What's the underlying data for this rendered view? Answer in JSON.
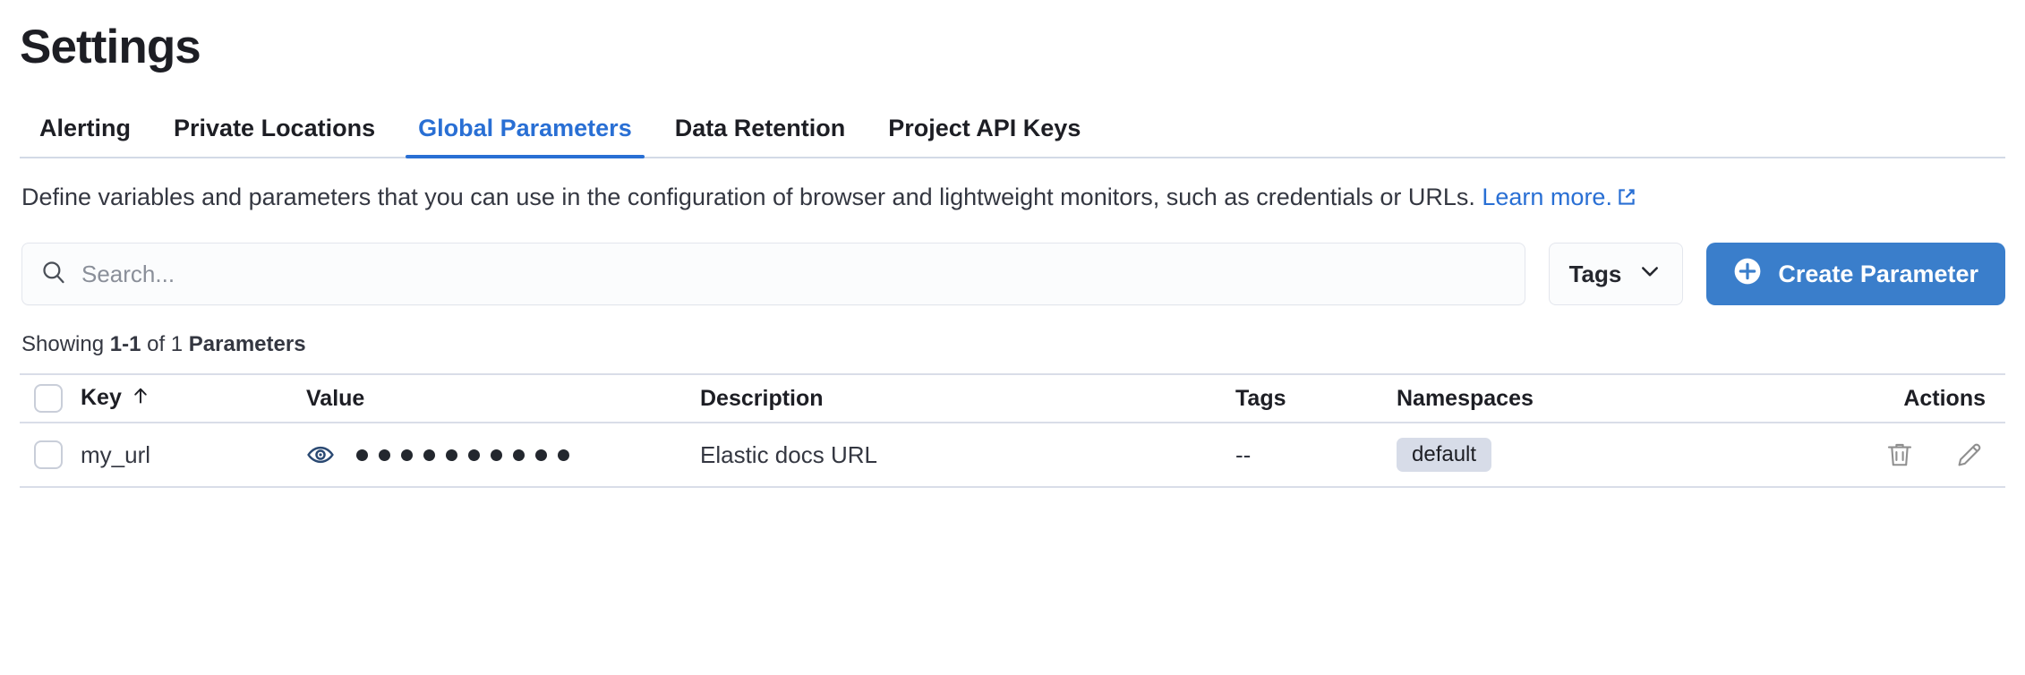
{
  "header": {
    "title": "Settings"
  },
  "tabs": [
    {
      "label": "Alerting",
      "active": false
    },
    {
      "label": "Private Locations",
      "active": false
    },
    {
      "label": "Global Parameters",
      "active": true
    },
    {
      "label": "Data Retention",
      "active": false
    },
    {
      "label": "Project API Keys",
      "active": false
    }
  ],
  "description": {
    "text": "Define variables and parameters that you can use in the configuration of browser and lightweight monitors, such as credentials or URLs. ",
    "link_text": "Learn more.",
    "link_icon": "external-link-icon"
  },
  "controls": {
    "search_placeholder": "Search...",
    "search_value": "",
    "search_icon": "search-icon",
    "tags_label": "Tags",
    "tags_chevron_icon": "chevron-down-icon",
    "create_label": "Create Parameter",
    "create_icon": "plus-circle-icon"
  },
  "results": {
    "showing_prefix": "Showing ",
    "range": "1-1",
    "middle": " of 1 ",
    "unit": "Parameters"
  },
  "table": {
    "columns": [
      {
        "key": "key",
        "label": "Key",
        "sorted": true,
        "sort_icon": "arrow-up-icon"
      },
      {
        "key": "value",
        "label": "Value"
      },
      {
        "key": "description",
        "label": "Description"
      },
      {
        "key": "tags",
        "label": "Tags"
      },
      {
        "key": "namespaces",
        "label": "Namespaces"
      },
      {
        "key": "actions",
        "label": "Actions"
      }
    ],
    "rows": [
      {
        "key": "my_url",
        "value_masked": "••••••••••",
        "value_dots": 10,
        "value_toggle_icon": "eye-icon",
        "description": "Elastic docs URL",
        "tags": "--",
        "namespaces": [
          "default"
        ],
        "actions": [
          "trash-icon",
          "pencil-icon"
        ]
      }
    ]
  },
  "colors": {
    "accent_blue": "#296fd4",
    "button_blue": "#3a7ecb",
    "text_dark": "#1d1e24",
    "text_body": "#343741",
    "border": "#d9dde8",
    "badge_bg": "#d7dce8",
    "icon_gray": "#8f8f8f",
    "eye_icon": "#2b4a73"
  }
}
